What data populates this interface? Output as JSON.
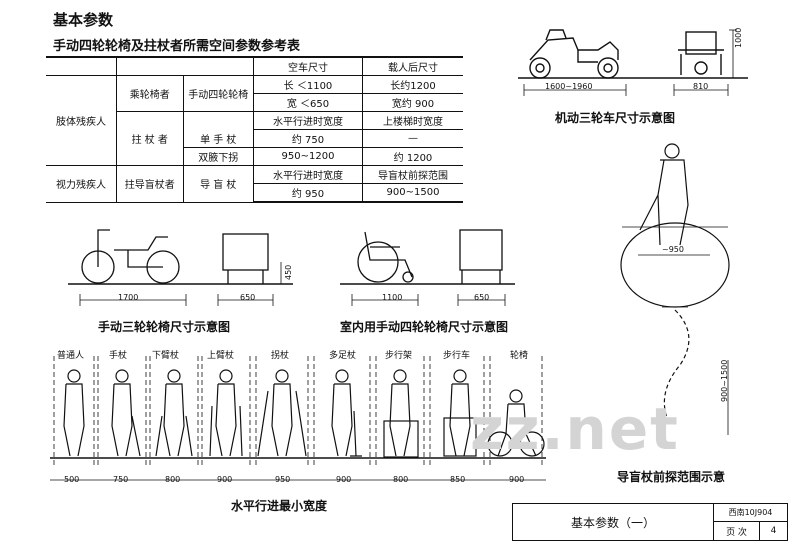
{
  "header": {
    "title": "基本参数",
    "subtitle": "手动四轮轮椅及拄杖者所需空间参数参考表"
  },
  "table": {
    "col_headers": [
      "空车尺寸",
      "载人后尺寸"
    ],
    "groups": [
      "肢体残疾人",
      "视力残疾人"
    ],
    "rows": [
      {
        "g2": "乘轮椅者",
        "g3": "手动四轮轮椅",
        "c1": "长 ＜1100",
        "c2": "长约1200"
      },
      {
        "c1": "宽 ＜650",
        "c2": "宽约 900"
      },
      {
        "g2": "拄 杖 者",
        "c1": "水平行进时宽度",
        "c2": "上楼梯时宽度"
      },
      {
        "g3": "单 手 杖",
        "c1": "约 750",
        "c2": "—"
      },
      {
        "g3": "双腋下拐",
        "c1": "950~1200",
        "c2": "约 1200"
      },
      {
        "g2": "拄导盲杖者",
        "g3": "导 盲 杖",
        "c1": "水平行进时宽度",
        "c2": "导盲杖前探范围"
      },
      {
        "c1": "约 950",
        "c2": "900~1500"
      }
    ]
  },
  "fig_motor": {
    "caption": "机动三轮车尺寸示意图",
    "dims": [
      "1600~1960",
      "810",
      "1000"
    ]
  },
  "fig_manual3": {
    "caption": "手动三轮轮椅尺寸示意图",
    "dims": [
      "1700",
      "650",
      "450"
    ]
  },
  "fig_indoor4": {
    "caption": "室内用手动四轮轮椅尺寸示意图",
    "dims": [
      "1100",
      "650"
    ]
  },
  "fig_blind": {
    "caption": "导盲杖前探范围示意",
    "dims": [
      "~950",
      "900~1500"
    ]
  },
  "fig_widths": {
    "caption": "水平行进最小宽度",
    "labels": [
      "普通人",
      "手杖",
      "下臂杖",
      "上臂杖",
      "拐杖",
      "多足杖",
      "步行架",
      "步行车",
      "轮椅"
    ],
    "widths": [
      "500",
      "750",
      "800",
      "900",
      "950",
      "900",
      "800",
      "850",
      "900"
    ]
  },
  "title_block": {
    "name": "基本参数（一）",
    "code": "西南10J904",
    "page_label": "页 次",
    "page_no": "4"
  },
  "watermark": "zz.net"
}
